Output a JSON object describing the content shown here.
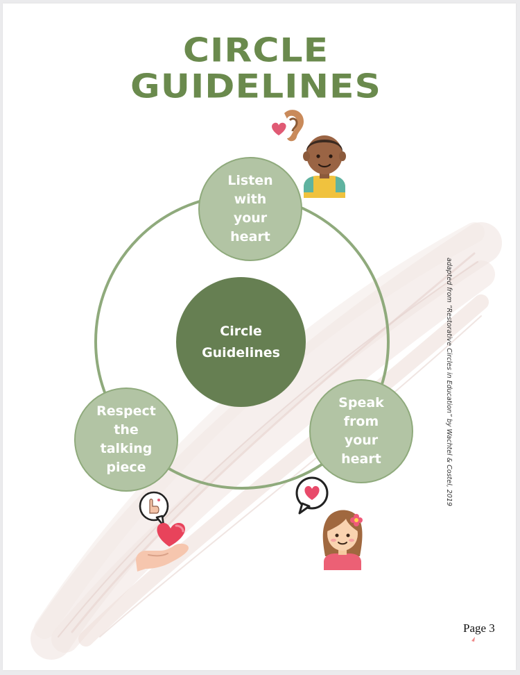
{
  "title": {
    "line1": "CIRCLE",
    "line2": "GUIDELINES"
  },
  "diagram": {
    "center": "Circle\nGuidelines",
    "nodes": [
      {
        "id": "listen",
        "label": "Listen\nwith\nyour\nheart"
      },
      {
        "id": "speak",
        "label": "Speak\nfrom\nyour\nheart"
      },
      {
        "id": "respect",
        "label": "Respect\nthe\ntalking\npiece"
      }
    ]
  },
  "credit": "adapted from “Restorative Circles in Education” by Wachtel & Costel, 2019",
  "page_number": "Page 3",
  "icons": [
    "ear-heart-icon",
    "boy-icon",
    "girl-icon",
    "heart-speech-bubble-icon",
    "hand-heart-icon",
    "hand-speech-bubble-icon"
  ],
  "colors": {
    "title": "#6a8a4d",
    "ring": "#8faa7c",
    "outer_node": "#b2c4a4",
    "center_node": "#667f52"
  }
}
